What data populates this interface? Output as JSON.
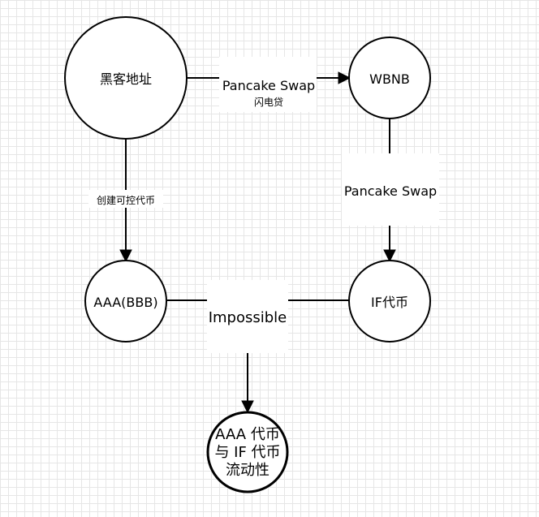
{
  "nodes": {
    "hacker": {
      "label": "黑客地址"
    },
    "wbnb": {
      "label": "WBNB"
    },
    "aaa": {
      "label": "AAA(BBB)"
    },
    "if_token": {
      "label": "IF代币"
    },
    "liquidity": {
      "lines": [
        "AAA 代币",
        "与 IF 代币",
        "流动性"
      ]
    }
  },
  "edges": {
    "hacker_to_wbnb": {
      "label": "Pancake Swap",
      "sublabel": "闪电贷"
    },
    "wbnb_to_if": {
      "label": "Pancake Swap"
    },
    "hacker_to_aaa": {
      "label": "创建可控代币"
    },
    "aaa_if_to_liquidity": {
      "label": "Impossible"
    }
  }
}
